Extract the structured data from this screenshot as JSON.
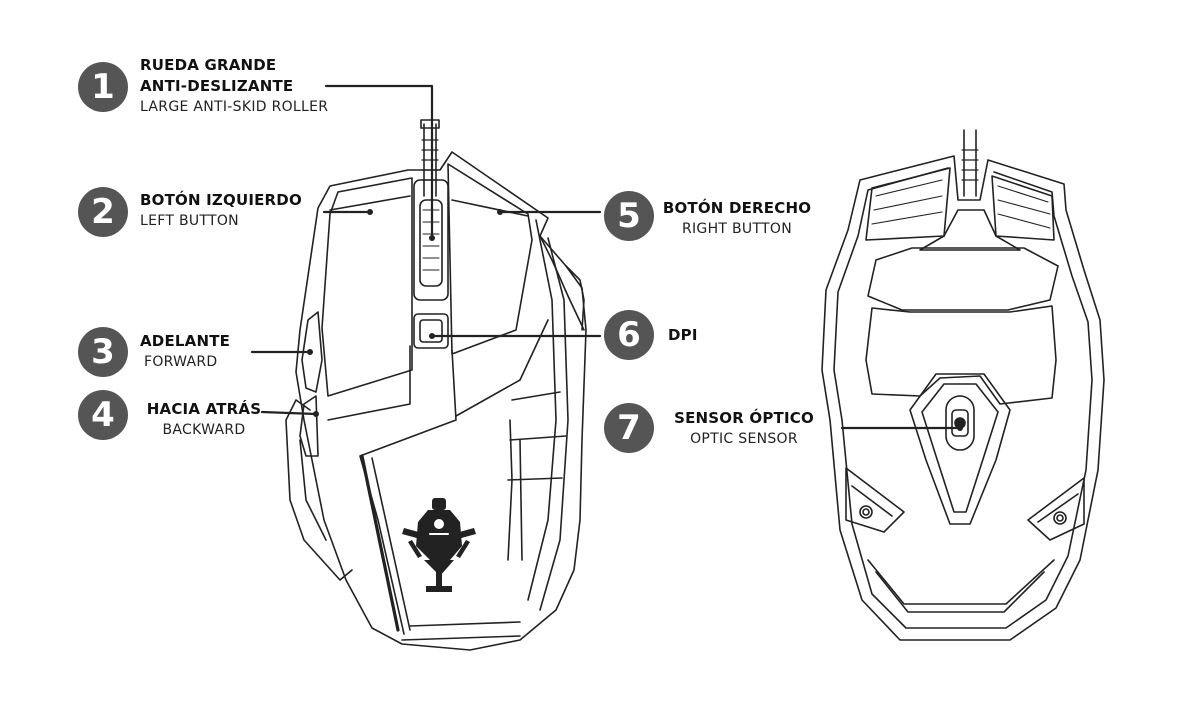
{
  "callouts": [
    {
      "number": "1",
      "label_es": "RUEDA GRANDE",
      "label_es_2": "ANTI-DESLIZANTE",
      "label_en": "LARGE ANTI-SKID ROLLER"
    },
    {
      "number": "2",
      "label_es": "BOTÓN IZQUIERDO",
      "label_en": "LEFT BUTTON"
    },
    {
      "number": "3",
      "label_es": "ADELANTE",
      "label_en": "FORWARD"
    },
    {
      "number": "4",
      "label_es": "HACIA ATRÁS",
      "label_en": "BACKWARD"
    },
    {
      "number": "5",
      "label_es": "BOTÓN DERECHO",
      "label_en": "RIGHT BUTTON"
    },
    {
      "number": "6",
      "label_es": "DPI",
      "label_en": ""
    },
    {
      "number": "7",
      "label_es": "SENSOR ÓPTICO",
      "label_en": "OPTIC SENSOR"
    }
  ],
  "colors": {
    "badge": "#555555",
    "line": "#222222",
    "background": "#ffffff"
  }
}
